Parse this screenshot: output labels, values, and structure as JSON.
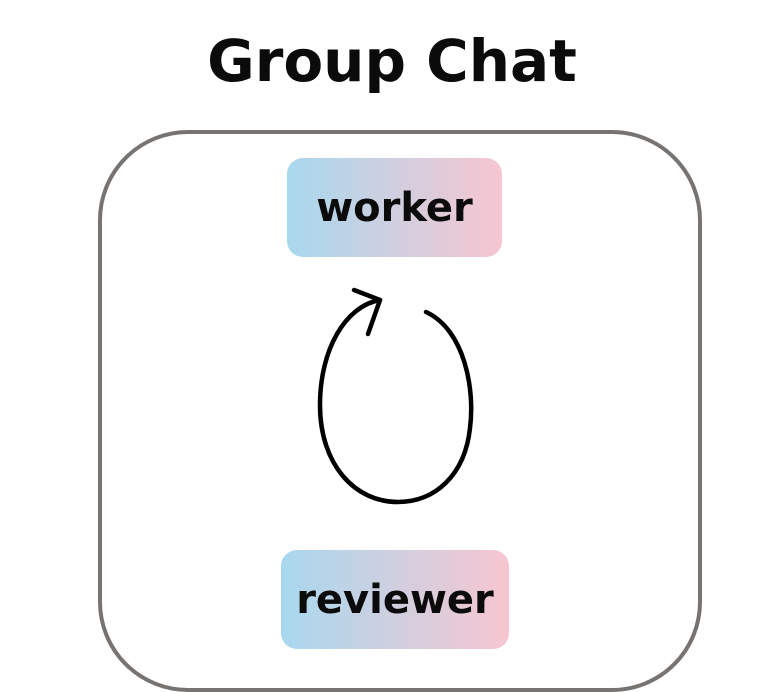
{
  "diagram": {
    "title": "Group Chat",
    "nodes": [
      {
        "id": "worker",
        "label": "worker"
      },
      {
        "id": "reviewer",
        "label": "reviewer"
      }
    ],
    "cycle_icon": "circular-arrow-icon"
  },
  "colors": {
    "node_gradient_start": "#a8d8ee",
    "node_gradient_end": "#f7c6d0",
    "container_border": "#767370",
    "text": "#0b0b0b"
  }
}
